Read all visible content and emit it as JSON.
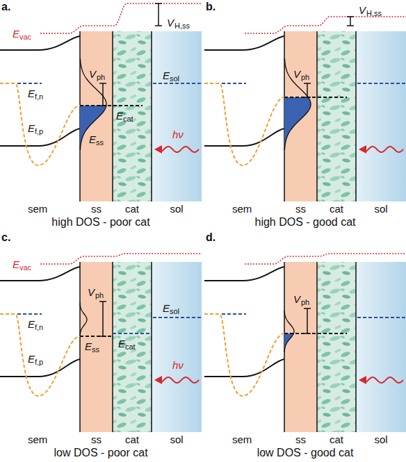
{
  "diagram": {
    "nodes": [
      {
        "text": [
          "ss"
        ]
      },
      {
        "text": [
          "cat"
        ]
      },
      {
        "text": [
          "sol"
        ]
      },
      {
        "text": [
          "ss"
        ]
      },
      {
        "text": [
          "cat"
        ]
      },
      {
        "text": [
          "sol"
        ]
      },
      {
        "text": [
          "ss"
        ]
      },
      {
        "text": [
          "cat"
        ]
      },
      {
        "text": [
          "sol"
        ]
      },
      {
        "text": [
          "ss"
        ]
      },
      {
        "text": [
          "cat"
        ]
      },
      {
        "text": [
          "sol"
        ]
      }
    ],
    "labels": [
      "a.",
      "E",
      "vac",
      "V",
      "H,ss",
      "V",
      "ph",
      "E",
      "sol",
      "E",
      "f,n",
      "E",
      "cat",
      "hν",
      "E",
      "ss",
      "E",
      "f,p",
      "sem",
      "high DOS - poor cat",
      "b.",
      "V",
      "H,ss",
      "V",
      "ph",
      "sem",
      "high DOS - good cat",
      "c.",
      "E",
      "vac",
      "V",
      "ph",
      "E",
      "f,n",
      "E",
      "sol",
      "E",
      "cat",
      "hν",
      "E",
      "ss",
      "E",
      "f,p",
      "sem",
      "low DOS - poor cat",
      "d.",
      "V",
      "ph",
      "sem",
      "low DOS - good cat"
    ]
  }
}
